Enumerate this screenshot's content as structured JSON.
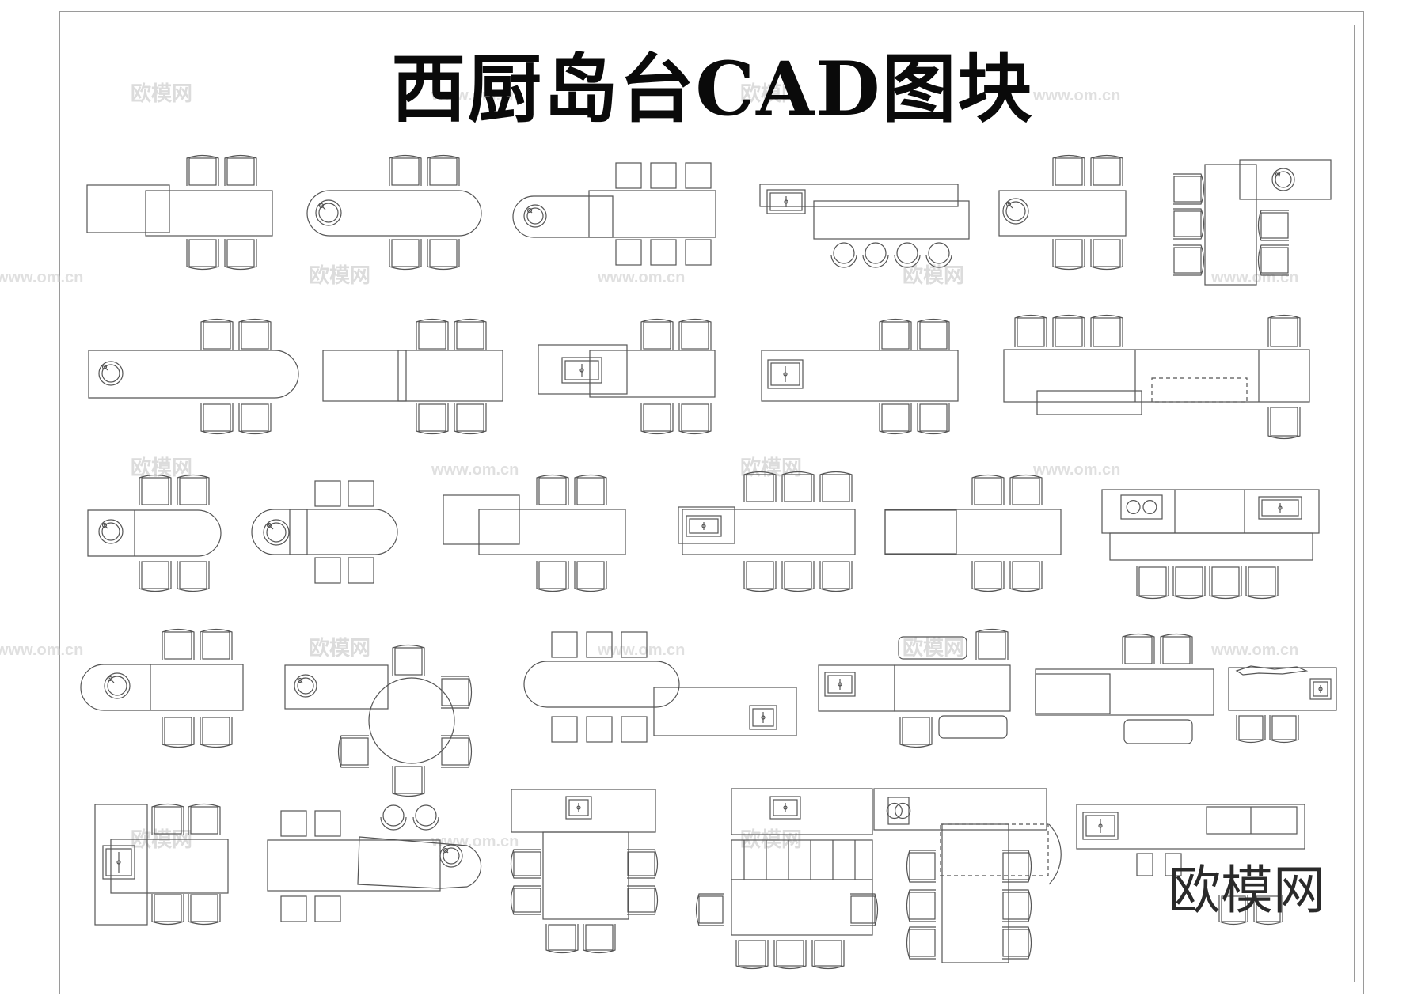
{
  "title": "西厨岛台CAD图块",
  "watermark": {
    "brand_text": "欧模网",
    "url_text": "www.om.cn"
  },
  "logo": {
    "text": "欧模网"
  },
  "colors": {
    "line": "#555555",
    "border": "#9a9a9a",
    "watermark": "#dcdcdc",
    "title": "#0a0a0a"
  }
}
